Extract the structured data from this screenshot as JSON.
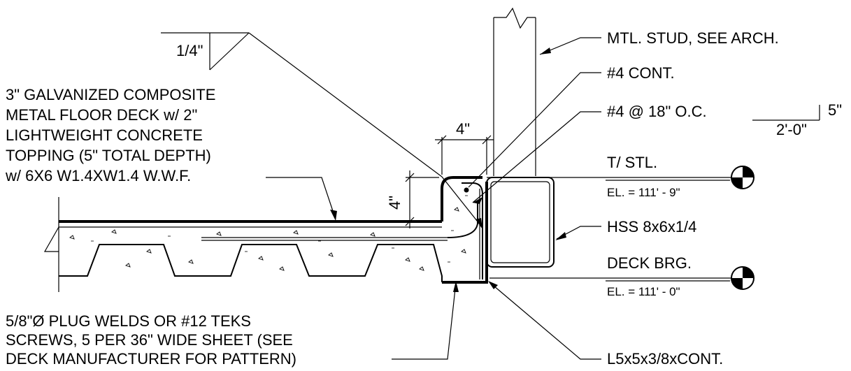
{
  "labels": {
    "weld": "1/4\"",
    "deck_line1": "3\" GALVANIZED COMPOSITE",
    "deck_line2": "METAL FLOOR DECK w/ 2\"",
    "deck_line3": "LIGHTWEIGHT CONCRETE",
    "deck_line4": "TOPPING (5\" TOTAL DEPTH)",
    "deck_line5": "w/ 6X6 W1.4XW1.4 W.W.F.",
    "stud": "MTL. STUD, SEE ARCH.",
    "cont": "#4 CONT.",
    "bars": "#4 @ 18\" O.C.",
    "bars_dim_top": "5\"",
    "bars_dim_bottom": "2'-0\"",
    "dim_horiz": "4\"",
    "dim_vert": "4\"",
    "tstl": "T/ STL.",
    "tstl_el": "EL. = 111' - 9\"",
    "hss": "HSS 8x6x1/4",
    "deckbrg": "DECK BRG.",
    "deckbrg_el": "EL. = 111' - 0\"",
    "plug_line1": "5/8\"Ø PLUG WELDS OR #12 TEKS",
    "plug_line2": "SCREWS, 5 PER 36\" WIDE SHEET (SEE",
    "plug_line3": "DECK MANUFACTURER FOR PATTERN)",
    "angle": "L5x5x3/8xCONT."
  },
  "icons": [
    "elevation-marker-icon",
    "arrowhead-icon"
  ]
}
